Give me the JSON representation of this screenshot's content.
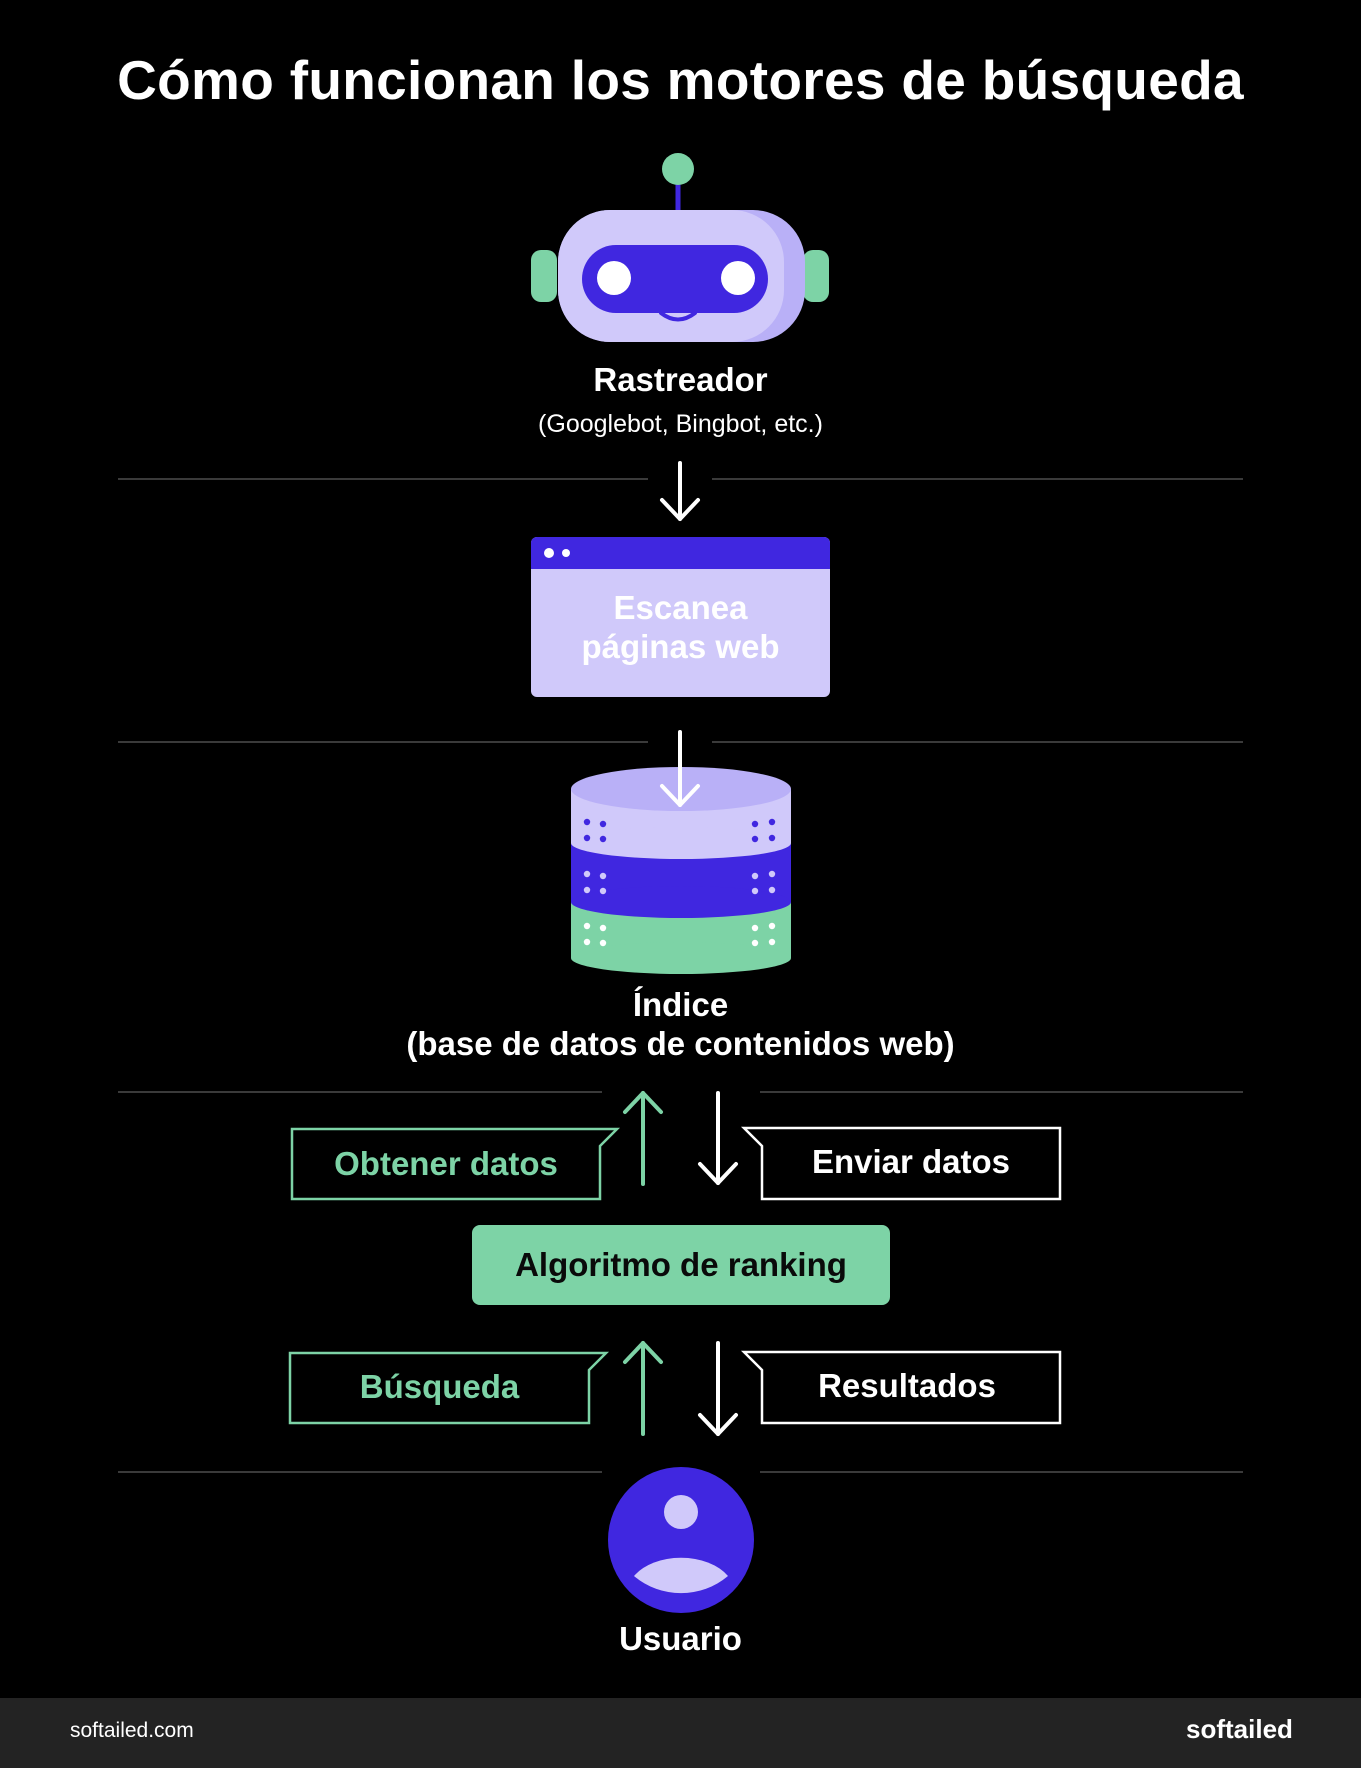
{
  "title": "Cómo funcionan los motores de búsqueda",
  "crawler": {
    "label": "Rastreador",
    "sublabel": "(Googlebot, Bingbot, etc.)"
  },
  "scan": {
    "label_line1": "Escanea",
    "label_line2": "páginas web"
  },
  "index": {
    "label_line1": "Índice",
    "label_line2": "(base de datos de contenidos web)"
  },
  "get_data": "Obtener datos",
  "send_data": "Enviar datos",
  "ranking": "Algoritmo de ranking",
  "search": "Búsqueda",
  "results": "Resultados",
  "user": "Usuario",
  "footer": {
    "url": "softailed.com",
    "brand": "softailed"
  },
  "colors": {
    "purple_light": "#d0c9fa",
    "purple_mid": "#b9b0f7",
    "indigo": "#4027e0",
    "mint": "#7dd3a6",
    "background": "#000000",
    "footer_bg": "#232323"
  }
}
